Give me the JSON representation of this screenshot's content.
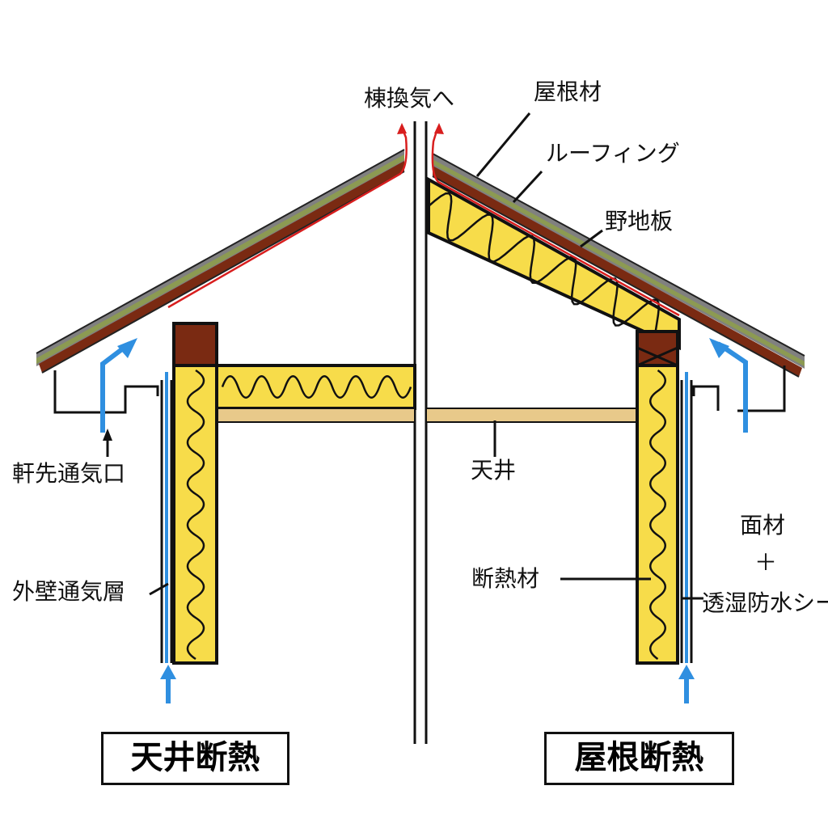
{
  "labels": {
    "ridge_vent": "棟換気へ",
    "roofing_material": "屋根材",
    "roofing_underlay": "ルーフィング",
    "sheathing": "野地板",
    "eave_vent": "軒先通気口",
    "ceiling": "天井",
    "facing_material": "面材",
    "plus": "＋",
    "moisture_sheet": "透湿防水シー",
    "wall_vent_layer": "外壁通気層",
    "insulation": "断熱材"
  },
  "titles": {
    "left": "天井断熱",
    "right": "屋根断熱"
  },
  "colors": {
    "insulation": "#f7dc4a",
    "wood": "#7a2a12",
    "board": "#e8c98a",
    "air": "#2f8fe0",
    "moisture": "#d81e1e",
    "roof_top": "#808080",
    "roofing": "#8c9a52"
  }
}
